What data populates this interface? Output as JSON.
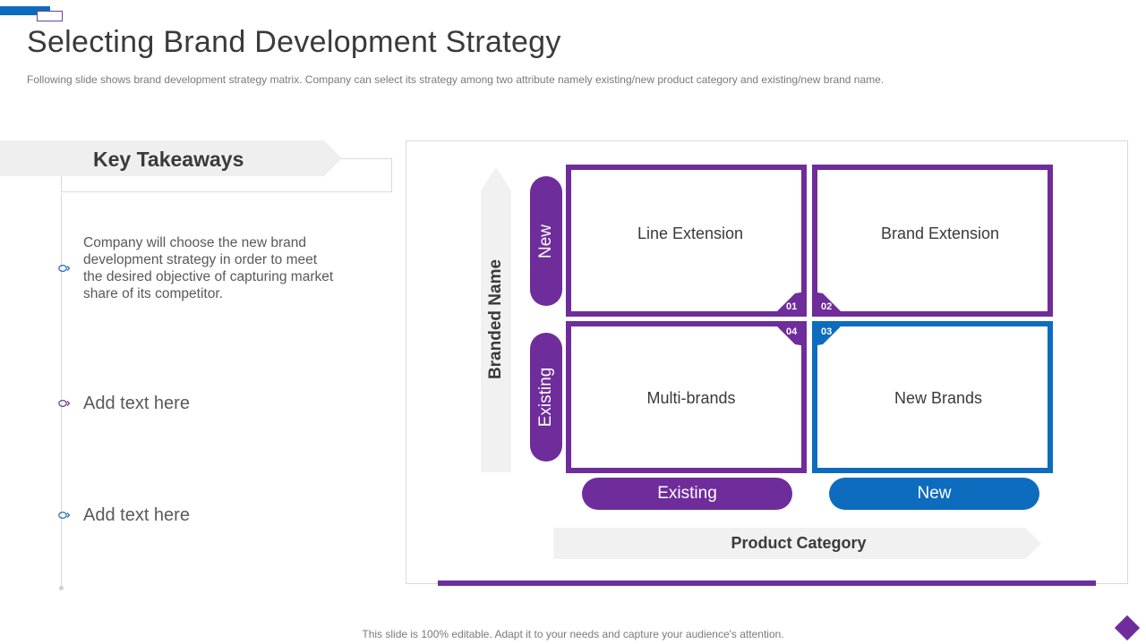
{
  "slide": {
    "title": "Selecting Brand Development Strategy",
    "subtitle": "Following slide shows brand development  strategy matrix.  Company  can select its strategy among two attribute namely existing/new product category and existing/new brand name.",
    "footer": "This slide is 100% editable. Adapt it to your needs and capture your audience's attention."
  },
  "takeaways": {
    "heading": "Key Takeaways",
    "items": [
      "Company will choose the new brand development strategy in order to meet the desired objective of capturing market share of its competitor.",
      "Add  text here",
      "Add  text here"
    ]
  },
  "matrix": {
    "y_axis_label": "Branded Name",
    "y_new": "New",
    "y_existing": "Existing",
    "x_axis_label": "Product Category",
    "x_existing": "Existing",
    "x_new": "New",
    "quadrants": [
      {
        "num": "01",
        "label": "Line Extension"
      },
      {
        "num": "02",
        "label": "Brand Extension"
      },
      {
        "num": "03",
        "label": "New Brands"
      },
      {
        "num": "04",
        "label": "Multi-brands"
      }
    ]
  },
  "colors": {
    "purple": "#6f2c9b",
    "blue": "#0e6cbf"
  }
}
